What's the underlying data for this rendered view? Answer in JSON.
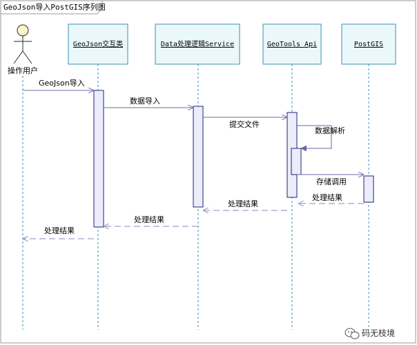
{
  "diagram": {
    "title": "GeoJson导入PostGIS序列图",
    "actor": {
      "label": "操作用户"
    },
    "participants": [
      {
        "id": "geojson",
        "label": "GeoJson交互类"
      },
      {
        "id": "service",
        "label": "Data处理逻辑Service"
      },
      {
        "id": "geotools",
        "label": "GeoTools Api"
      },
      {
        "id": "postgis",
        "label": "PostGIS"
      }
    ],
    "messages": [
      {
        "label": "GeoJson导入",
        "kind": "call"
      },
      {
        "label": "数据导入",
        "kind": "call"
      },
      {
        "label": "提交文件",
        "kind": "call"
      },
      {
        "label": "数据解析",
        "kind": "self"
      },
      {
        "label": "存储调用",
        "kind": "call"
      },
      {
        "label": "处理结果",
        "kind": "return"
      },
      {
        "label": "处理结果",
        "kind": "return"
      },
      {
        "label": "处理结果",
        "kind": "return"
      },
      {
        "label": "处理结果",
        "kind": "return"
      }
    ]
  },
  "watermark": {
    "text": "码无枝境",
    "icon": "wechat-icon"
  },
  "colors": {
    "box_fill": "#eaf8fb",
    "box_stroke": "#3a8fb0",
    "activation_fill": "#ececfb",
    "activation_stroke": "#20207a",
    "actor_head": "#fbf7c8"
  }
}
